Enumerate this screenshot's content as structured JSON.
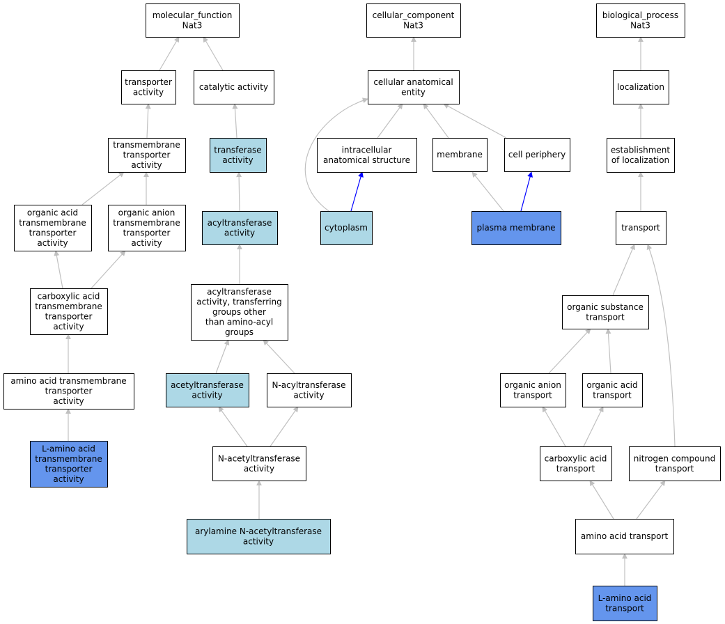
{
  "colors": {
    "default": "#ffffff",
    "light": "#add8e6",
    "highlight": "#6495ed",
    "edge_gray": "#c0c0c0",
    "edge_blue": "#0000ff"
  },
  "nodes": [
    {
      "id": "mf",
      "lines": [
        "molecular_function",
        "Nat3"
      ],
      "fill": "default"
    },
    {
      "id": "transporter_activity",
      "lines": [
        "transporter",
        "activity"
      ],
      "fill": "default"
    },
    {
      "id": "catalytic_activity",
      "lines": [
        "catalytic activity"
      ],
      "fill": "default"
    },
    {
      "id": "tm_transporter",
      "lines": [
        "transmembrane",
        "transporter",
        "activity"
      ],
      "fill": "default"
    },
    {
      "id": "transferase",
      "lines": [
        "transferase",
        "activity"
      ],
      "fill": "light"
    },
    {
      "id": "org_acid_tm",
      "lines": [
        "organic acid",
        "transmembrane",
        "transporter",
        "activity"
      ],
      "fill": "default"
    },
    {
      "id": "org_anion_tm",
      "lines": [
        "organic anion",
        "transmembrane",
        "transporter",
        "activity"
      ],
      "fill": "default"
    },
    {
      "id": "acyltransferase",
      "lines": [
        "acyltransferase",
        "activity"
      ],
      "fill": "light"
    },
    {
      "id": "carboxylic_tm",
      "lines": [
        "carboxylic acid",
        "transmembrane",
        "transporter",
        "activity"
      ],
      "fill": "default"
    },
    {
      "id": "acyltransferase_other",
      "lines": [
        "acyltransferase",
        "activity, transferring",
        "groups other",
        "than amino-acyl",
        "groups"
      ],
      "fill": "default"
    },
    {
      "id": "amino_acid_tm",
      "lines": [
        "amino acid transmembrane",
        "transporter",
        "activity"
      ],
      "fill": "default"
    },
    {
      "id": "acetyltransferase",
      "lines": [
        "acetyltransferase",
        "activity"
      ],
      "fill": "light"
    },
    {
      "id": "n_acyltransferase",
      "lines": [
        "N-acyltransferase",
        "activity"
      ],
      "fill": "default"
    },
    {
      "id": "l_amino_acid_tm",
      "lines": [
        "L-amino acid",
        "transmembrane",
        "transporter",
        "activity"
      ],
      "fill": "highlight"
    },
    {
      "id": "n_acetyltransferase",
      "lines": [
        "N-acetyltransferase",
        "activity"
      ],
      "fill": "default"
    },
    {
      "id": "arylamine",
      "lines": [
        "arylamine N-acetyltransferase",
        "activity"
      ],
      "fill": "light"
    },
    {
      "id": "cc",
      "lines": [
        "cellular_component",
        "Nat3"
      ],
      "fill": "default"
    },
    {
      "id": "cell_anat",
      "lines": [
        "cellular anatomical",
        "entity"
      ],
      "fill": "default"
    },
    {
      "id": "intracellular",
      "lines": [
        "intracellular",
        "anatomical structure"
      ],
      "fill": "default"
    },
    {
      "id": "membrane",
      "lines": [
        "membrane"
      ],
      "fill": "default"
    },
    {
      "id": "cell_periphery",
      "lines": [
        "cell periphery"
      ],
      "fill": "default"
    },
    {
      "id": "cytoplasm",
      "lines": [
        "cytoplasm"
      ],
      "fill": "light"
    },
    {
      "id": "plasma_membrane",
      "lines": [
        "plasma membrane"
      ],
      "fill": "highlight"
    },
    {
      "id": "bp",
      "lines": [
        "biological_process",
        "Nat3"
      ],
      "fill": "default"
    },
    {
      "id": "localization",
      "lines": [
        "localization"
      ],
      "fill": "default"
    },
    {
      "id": "estab_loc",
      "lines": [
        "establishment",
        "of localization"
      ],
      "fill": "default"
    },
    {
      "id": "transport",
      "lines": [
        "transport"
      ],
      "fill": "default"
    },
    {
      "id": "org_subst_transport",
      "lines": [
        "organic substance",
        "transport"
      ],
      "fill": "default"
    },
    {
      "id": "org_anion_transport",
      "lines": [
        "organic anion",
        "transport"
      ],
      "fill": "default"
    },
    {
      "id": "org_acid_transport",
      "lines": [
        "organic acid",
        "transport"
      ],
      "fill": "default"
    },
    {
      "id": "carboxylic_transport",
      "lines": [
        "carboxylic acid",
        "transport"
      ],
      "fill": "default"
    },
    {
      "id": "nitrogen_transport",
      "lines": [
        "nitrogen compound",
        "transport"
      ],
      "fill": "default"
    },
    {
      "id": "amino_acid_transport",
      "lines": [
        "amino acid transport"
      ],
      "fill": "default"
    },
    {
      "id": "l_amino_acid_transport",
      "lines": [
        "L-amino acid",
        "transport"
      ],
      "fill": "highlight"
    }
  ],
  "edges": [
    {
      "from": "transporter_activity",
      "to": "mf",
      "color": "edge_gray"
    },
    {
      "from": "catalytic_activity",
      "to": "mf",
      "color": "edge_gray"
    },
    {
      "from": "tm_transporter",
      "to": "transporter_activity",
      "color": "edge_gray"
    },
    {
      "from": "transferase",
      "to": "catalytic_activity",
      "color": "edge_gray"
    },
    {
      "from": "org_acid_tm",
      "to": "tm_transporter",
      "color": "edge_gray"
    },
    {
      "from": "org_anion_tm",
      "to": "tm_transporter",
      "color": "edge_gray"
    },
    {
      "from": "acyltransferase",
      "to": "transferase",
      "color": "edge_gray"
    },
    {
      "from": "carboxylic_tm",
      "to": "org_acid_tm",
      "color": "edge_gray"
    },
    {
      "from": "carboxylic_tm",
      "to": "org_anion_tm",
      "color": "edge_gray"
    },
    {
      "from": "acyltransferase_other",
      "to": "acyltransferase",
      "color": "edge_gray"
    },
    {
      "from": "amino_acid_tm",
      "to": "carboxylic_tm",
      "color": "edge_gray"
    },
    {
      "from": "acetyltransferase",
      "to": "acyltransferase_other",
      "color": "edge_gray"
    },
    {
      "from": "n_acyltransferase",
      "to": "acyltransferase_other",
      "color": "edge_gray"
    },
    {
      "from": "l_amino_acid_tm",
      "to": "amino_acid_tm",
      "color": "edge_gray"
    },
    {
      "from": "n_acetyltransferase",
      "to": "acetyltransferase",
      "color": "edge_gray"
    },
    {
      "from": "n_acetyltransferase",
      "to": "n_acyltransferase",
      "color": "edge_gray"
    },
    {
      "from": "arylamine",
      "to": "n_acetyltransferase",
      "color": "edge_gray"
    },
    {
      "from": "cell_anat",
      "to": "cc",
      "color": "edge_gray"
    },
    {
      "from": "intracellular",
      "to": "cell_anat",
      "color": "edge_gray"
    },
    {
      "from": "membrane",
      "to": "cell_anat",
      "color": "edge_gray"
    },
    {
      "from": "cell_periphery",
      "to": "cell_anat",
      "color": "edge_gray"
    },
    {
      "from": "cytoplasm",
      "to": "cell_anat",
      "color": "edge_gray"
    },
    {
      "from": "cytoplasm",
      "to": "intracellular",
      "color": "edge_blue"
    },
    {
      "from": "plasma_membrane",
      "to": "membrane",
      "color": "edge_gray"
    },
    {
      "from": "plasma_membrane",
      "to": "cell_periphery",
      "color": "edge_blue"
    },
    {
      "from": "localization",
      "to": "bp",
      "color": "edge_gray"
    },
    {
      "from": "estab_loc",
      "to": "localization",
      "color": "edge_gray"
    },
    {
      "from": "transport",
      "to": "estab_loc",
      "color": "edge_gray"
    },
    {
      "from": "org_subst_transport",
      "to": "transport",
      "color": "edge_gray"
    },
    {
      "from": "nitrogen_transport",
      "to": "transport",
      "color": "edge_gray"
    },
    {
      "from": "org_anion_transport",
      "to": "org_subst_transport",
      "color": "edge_gray"
    },
    {
      "from": "org_acid_transport",
      "to": "org_subst_transport",
      "color": "edge_gray"
    },
    {
      "from": "carboxylic_transport",
      "to": "org_anion_transport",
      "color": "edge_gray"
    },
    {
      "from": "carboxylic_transport",
      "to": "org_acid_transport",
      "color": "edge_gray"
    },
    {
      "from": "amino_acid_transport",
      "to": "carboxylic_transport",
      "color": "edge_gray"
    },
    {
      "from": "amino_acid_transport",
      "to": "nitrogen_transport",
      "color": "edge_gray"
    },
    {
      "from": "l_amino_acid_transport",
      "to": "amino_acid_transport",
      "color": "edge_gray"
    }
  ]
}
